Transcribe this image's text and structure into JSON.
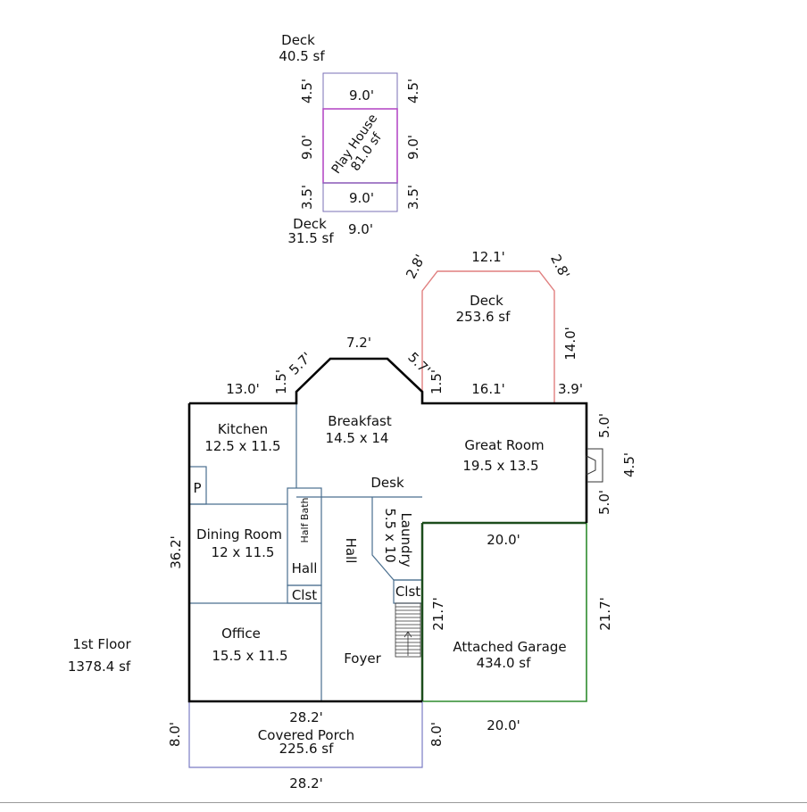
{
  "floor": {
    "name": "1st Floor",
    "area": "1378.4 sf"
  },
  "playhouse": {
    "deck_top_name": "Deck",
    "deck_top_area": "40.5 sf",
    "deck_bottom_name": "Deck",
    "deck_bottom_area": "31.5 sf",
    "house_name": "Play House",
    "house_area": "81.0 sf",
    "dims": {
      "top_left": "4.5'",
      "top_right": "4.5'",
      "top_width": "9.0'",
      "mid_left": "9.0'",
      "mid_right": "9.0'",
      "bottom_left": "3.5'",
      "bottom_right": "3.5'",
      "bottom_inner_width": "9.0'",
      "bottom_width": "9.0'"
    }
  },
  "rear_deck": {
    "name": "Deck",
    "area": "253.6 sf",
    "dims": {
      "top": "12.1'",
      "diag_left": "2.8'",
      "diag_right": "2.8'",
      "right": "14.0'",
      "bottom": "16.1'",
      "bottom_right": "3.9'"
    }
  },
  "house": {
    "dims": {
      "left_top": "13.0'",
      "bay_left_short": "1.5'",
      "bay_left_diag": "5.7'",
      "bay_top": "7.2'",
      "bay_right_diag": "5.7'",
      "bay_right_short": "1.5'",
      "left_side": "36.2'",
      "fireplace_upper": "5.0'",
      "fireplace_width": "4.5'",
      "fireplace_lower": "5.0'",
      "porch_top": "28.2'",
      "porch_bottom": "28.2'",
      "porch_left": "8.0'",
      "porch_right": "8.0'"
    },
    "rooms": {
      "kitchen_name": "Kitchen",
      "kitchen_size": "12.5 x 11.5",
      "pantry": "P",
      "breakfast_name": "Breakfast",
      "breakfast_size": "14.5 x 14",
      "great_room_name": "Great Room",
      "great_room_size": "19.5 x 13.5",
      "desk": "Desk",
      "half_bath": "Half Bath",
      "laundry_name": "Laundry",
      "laundry_size": "5.5 x 10",
      "dining_name": "Dining Room",
      "dining_size": "12 x 11.5",
      "hall_small": "Hall",
      "hall_vertical": "Hall",
      "closet_left": "Clst",
      "closet_right": "Clst",
      "office_name": "Office",
      "office_size": "15.5 x 11.5",
      "foyer": "Foyer",
      "porch_name": "Covered Porch",
      "porch_area": "225.6 sf"
    }
  },
  "garage": {
    "name": "Attached Garage",
    "area": "434.0 sf",
    "dims": {
      "top": "20.0'",
      "left": "21.7'",
      "right": "21.7'",
      "bottom": "20.0'"
    }
  },
  "colors": {
    "house_wall": "#000000",
    "interior_wall": "#4a6f8f",
    "playhouse": "#b54cc6",
    "deck_outline": "#7a6fb5",
    "rear_deck": "#e07f7f",
    "garage": "#2e8b2e",
    "porch": "#7a7cc4"
  }
}
